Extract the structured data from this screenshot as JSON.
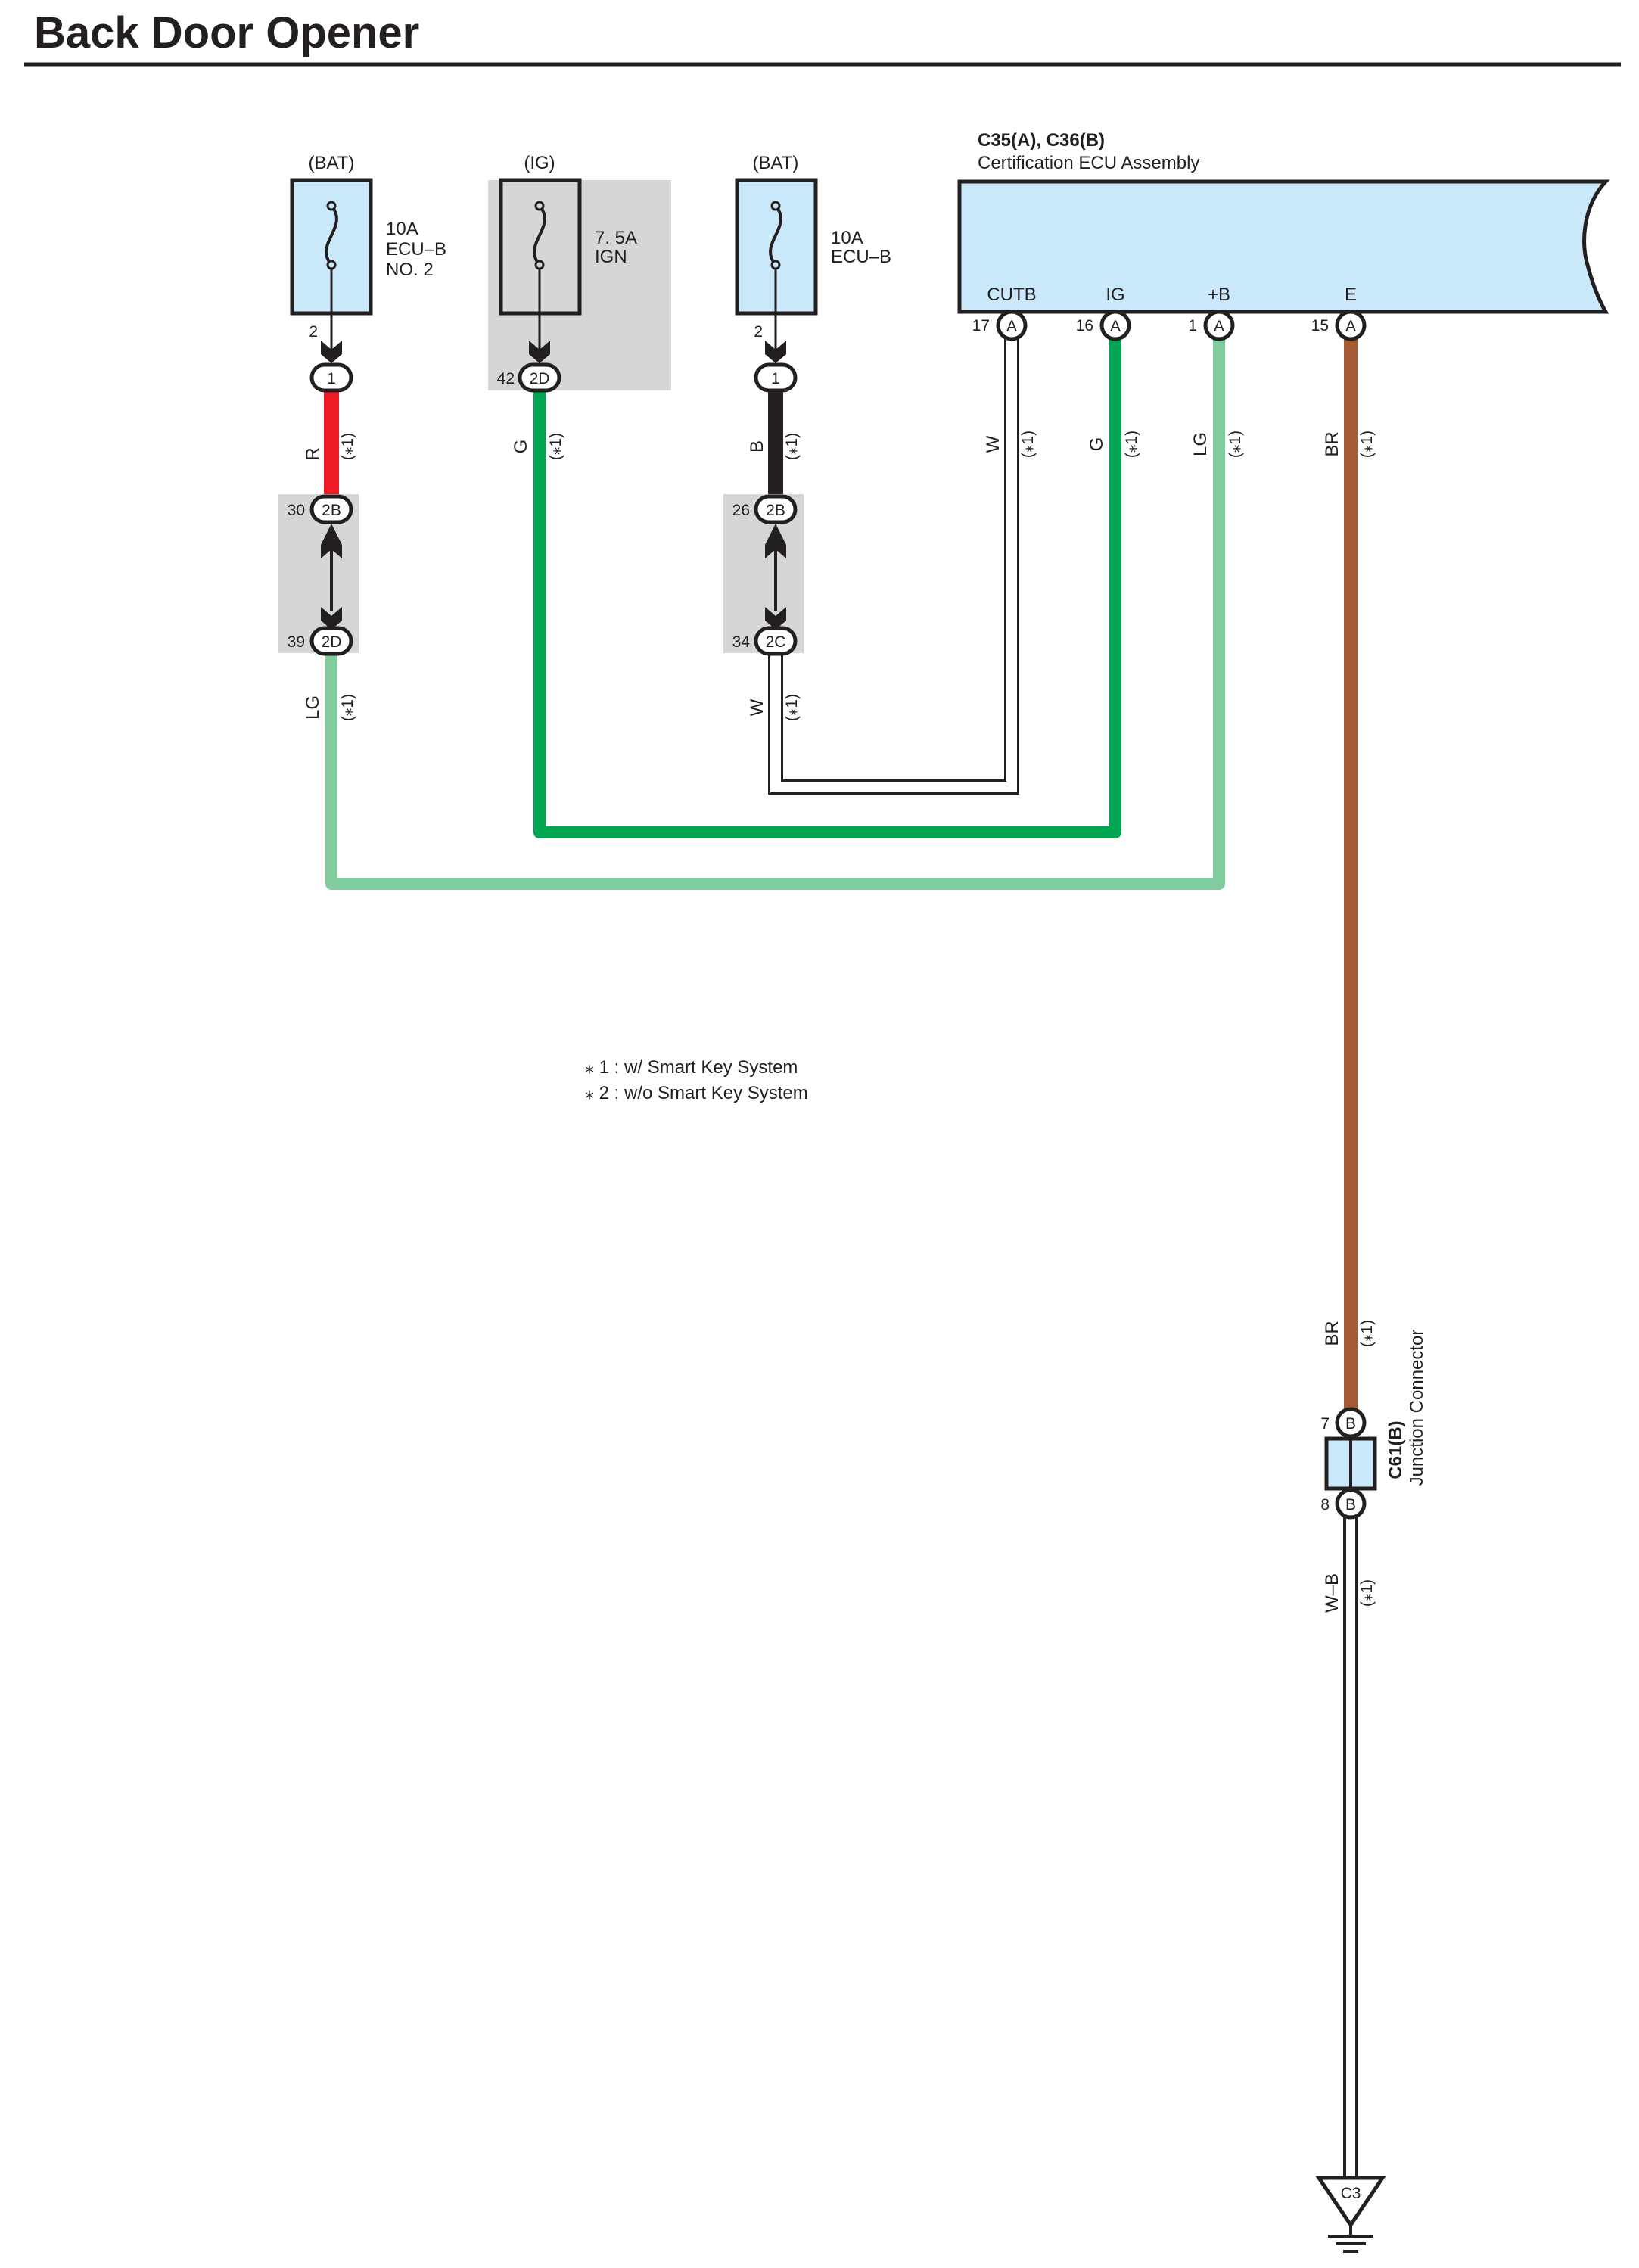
{
  "page": {
    "title": "Back Door Opener"
  },
  "fuses": [
    {
      "id": "fuse1",
      "source": "(BAT)",
      "lines": [
        "10A",
        "ECU–B",
        "NO. 2"
      ]
    },
    {
      "id": "fuse2",
      "source": "(IG)",
      "lines": [
        "7. 5A",
        "IGN"
      ]
    },
    {
      "id": "fuse3",
      "source": "(BAT)",
      "lines": [
        "10A",
        "ECU–B"
      ]
    }
  ],
  "ecu": {
    "connector": "C35(A), C36(B)",
    "name": "Certification ECU Assembly",
    "terminals": [
      {
        "name": "CUTB",
        "pin": "17",
        "conn": "A"
      },
      {
        "name": "IG",
        "pin": "16",
        "conn": "A"
      },
      {
        "name": "+B",
        "pin": "1",
        "conn": "A"
      },
      {
        "name": "E",
        "pin": "15",
        "conn": "A"
      }
    ]
  },
  "connectors": {
    "f1_pin": "2",
    "f1_conn": "1",
    "f2_pin": "42",
    "f2_conn": "2D",
    "f3_pin": "2",
    "f3_conn": "1",
    "j1_top_pin": "30",
    "j1_top_conn": "2B",
    "j1_bot_pin": "39",
    "j1_bot_conn": "2D",
    "j2_top_pin": "26",
    "j2_top_conn": "2B",
    "j2_bot_pin": "34",
    "j2_bot_conn": "2C"
  },
  "wires": {
    "w1": {
      "color": "R",
      "note": "(⁎1)"
    },
    "w1b": {
      "color": "LG",
      "note": "(⁎1)"
    },
    "w2": {
      "color": "G",
      "note": "(⁎1)"
    },
    "w3": {
      "color": "B",
      "note": "(⁎1)"
    },
    "w3b": {
      "color": "W",
      "note": "(⁎1)"
    },
    "cutb": {
      "color": "W",
      "note": "(⁎1)"
    },
    "ig": {
      "color": "G",
      "note": "(⁎1)"
    },
    "pb": {
      "color": "LG",
      "note": "(⁎1)"
    },
    "e": {
      "color": "BR",
      "note": "(⁎1)"
    },
    "e2": {
      "color": "BR",
      "note": "(⁎1)"
    },
    "wb": {
      "color": "W–B",
      "note": "(⁎1)"
    }
  },
  "junction": {
    "code": "C61(B)",
    "name": "Junction Connector",
    "top_pin": "7",
    "bottom_pin": "8",
    "conn": "B"
  },
  "ground": {
    "label": "C3"
  },
  "notes": [
    "⁎ 1 : w/ Smart Key System",
    "⁎ 2 : w/o Smart Key System"
  ],
  "colors": {
    "fuse_fill": "#c9e8f9",
    "shade": "#d5d6d8",
    "red": "#ed1c24",
    "green": "#00a651",
    "light_green": "#80cc9c",
    "brown": "#a65a34",
    "black": "#231f20",
    "white_wire": "#ffffff"
  }
}
